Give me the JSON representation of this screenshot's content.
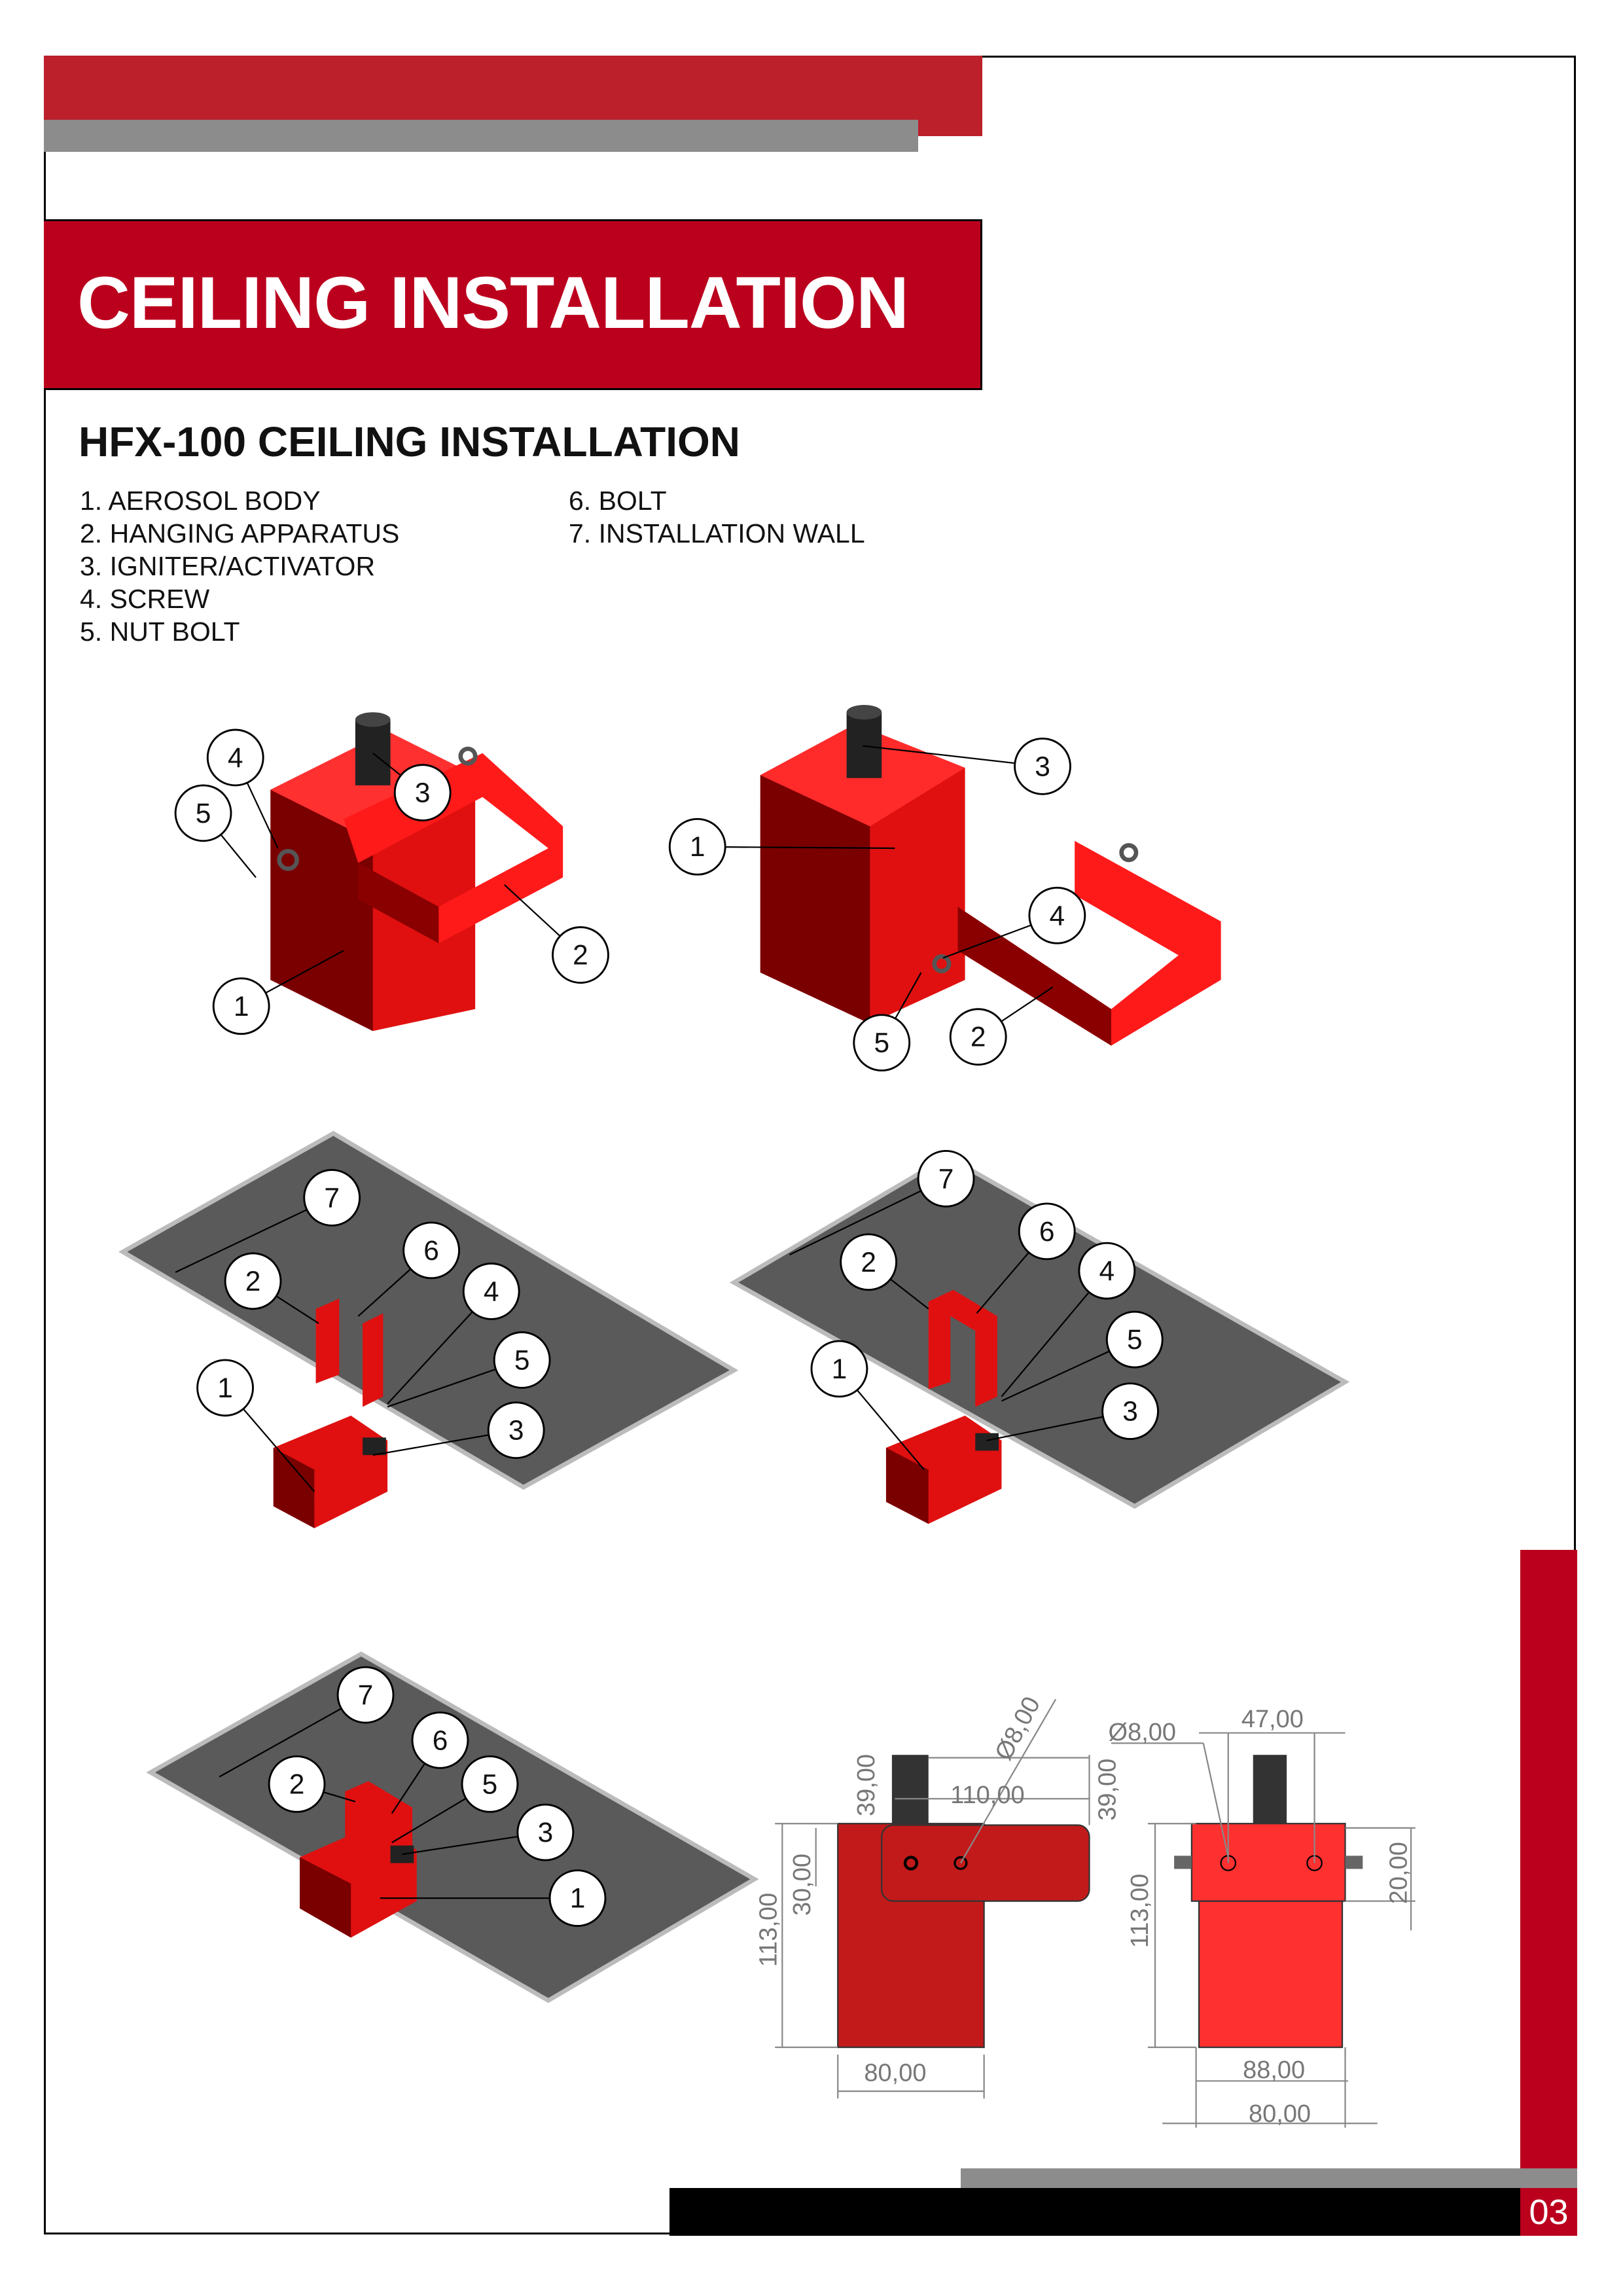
{
  "header": {
    "title": "CEILING INSTALLATION"
  },
  "section": {
    "subtitle": "HFX-100 CEILING INSTALLATION"
  },
  "parts": [
    "1. AEROSOL BODY",
    "2. HANGING APPARATUS",
    "3. IGNITER/ACTIVATOR",
    "4. SCREW",
    "5. NUT BOLT",
    "6. BOLT",
    "7. INSTALLATION WALL"
  ],
  "diagrams": [
    {
      "name": "exploded-view-1",
      "callouts": [
        "4",
        "5",
        "3",
        "2",
        "1"
      ]
    },
    {
      "name": "exploded-view-2",
      "callouts": [
        "3",
        "1",
        "4",
        "5",
        "2"
      ]
    },
    {
      "name": "ceiling-view-1",
      "callouts": [
        "7",
        "6",
        "2",
        "4",
        "5",
        "1",
        "3"
      ]
    },
    {
      "name": "ceiling-view-2",
      "callouts": [
        "7",
        "6",
        "2",
        "4",
        "5",
        "1",
        "3"
      ]
    },
    {
      "name": "ceiling-view-3",
      "callouts": [
        "7",
        "6",
        "2",
        "5",
        "3",
        "1"
      ]
    }
  ],
  "dimensions": {
    "side_view": [
      "39,00",
      "110,00",
      "Ø8,00",
      "39,00",
      "30,00",
      "113,00",
      "80,00"
    ],
    "front_view": [
      "Ø8,00",
      "47,00",
      "20,00",
      "113,00",
      "88,00",
      "80,00"
    ]
  },
  "colors": {
    "brand_red": "#bb001e",
    "gray": "#8c8c8c"
  },
  "footer": {
    "page_number": "03"
  }
}
